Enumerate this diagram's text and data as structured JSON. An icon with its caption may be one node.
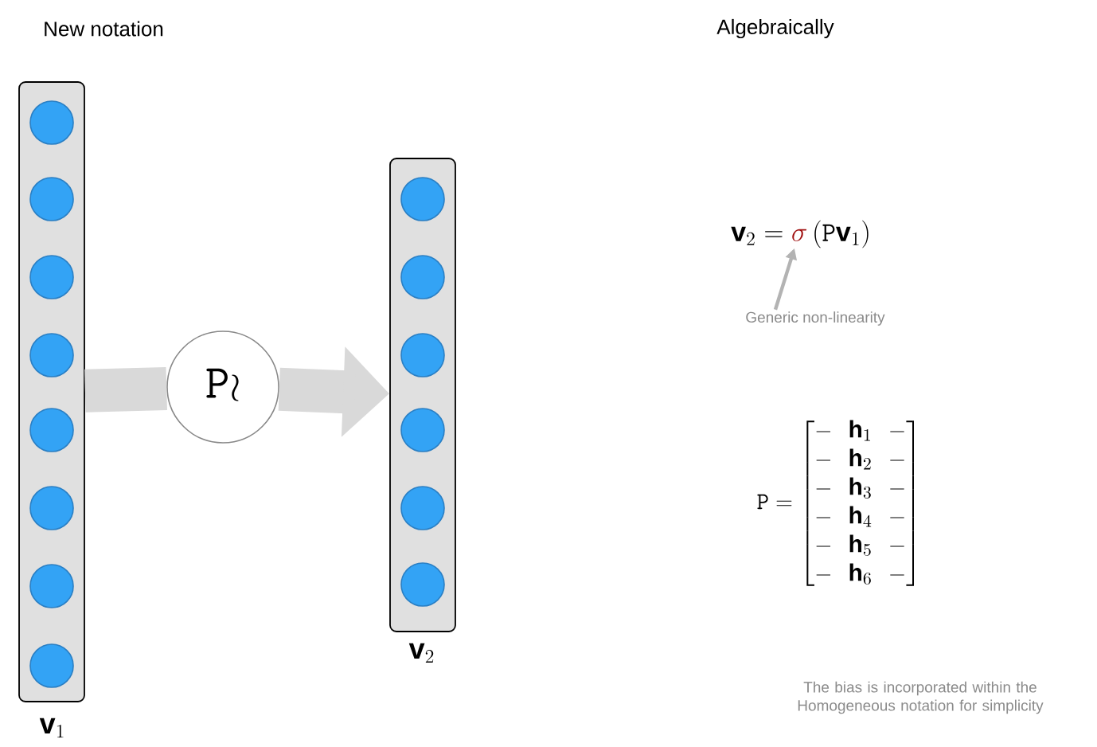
{
  "diagram": {
    "nodes": [
      {
        "text": [],
        "shape": "bar",
        "beside": [
          "\\mathbf{v}_1"
        ]
      },
      {
        "text": [],
        "shape": "circle",
        "in": 0
      },
      {
        "text": [],
        "shape": "circle",
        "in": 0
      },
      {
        "text": [],
        "shape": "circle",
        "in": 0
      },
      {
        "text": [],
        "shape": "circle",
        "in": 0
      },
      {
        "text": [],
        "shape": "circle",
        "in": 0
      },
      {
        "text": [],
        "shape": "circle",
        "in": 0
      },
      {
        "text": [],
        "shape": "circle",
        "in": 0
      },
      {
        "text": [],
        "shape": "circle",
        "in": 0
      },
      {
        "text": [],
        "shape": "bar",
        "beside": [
          "\\mathbf{v}_2"
        ]
      },
      {
        "text": [],
        "shape": "circle",
        "in": 9
      },
      {
        "text": [],
        "shape": "circle",
        "in": 9
      },
      {
        "text": [],
        "shape": "circle",
        "in": 9
      },
      {
        "text": [],
        "shape": "circle",
        "in": 9
      },
      {
        "text": [],
        "shape": "circle",
        "in": 9
      },
      {
        "text": [],
        "shape": "circle",
        "in": 9
      },
      {
        "text": [
          "\\mathtt{P}\\wr"
        ]
      },
      {
        "text": [
          "Generic non-linearity"
        ]
      },
      {
        "text": [
          "\\mathbf{v}_2 = \\textcolor[HTML]{A01010}{\\sigma}\\left(\\mathtt{P}\\mathbf{v}_1\\right)"
        ]
      }
    ],
    "edges": [
      {
        "from": 0,
        "to": 16,
        "arrow": "none",
        "color": "#d9d9d9"
      },
      {
        "from": 16,
        "to": 9,
        "arrow": "to",
        "color": "#d9d9d9"
      },
      {
        "from": 17,
        "to": 18,
        "arrow": "to",
        "color": "#b3b3b3"
      }
    ],
    "labels": [
      "New notation",
      "Algebraically",
      "\\mathtt{P} = \\begin{bmatrix} - & \\mathbf{h}_1 & - \\\\ - & \\mathbf{h}_2 & - \\\\ - & \\mathbf{h}_3 & - \\\\ - & \\mathbf{h}_4 & - \\\\ - & \\mathbf{h}_5 & - \\\\ - & \\mathbf{h}_6 & - \\end{bmatrix}",
      "The bias is incorporated within the Homogeneous notation for simplicity"
    ]
  }
}
